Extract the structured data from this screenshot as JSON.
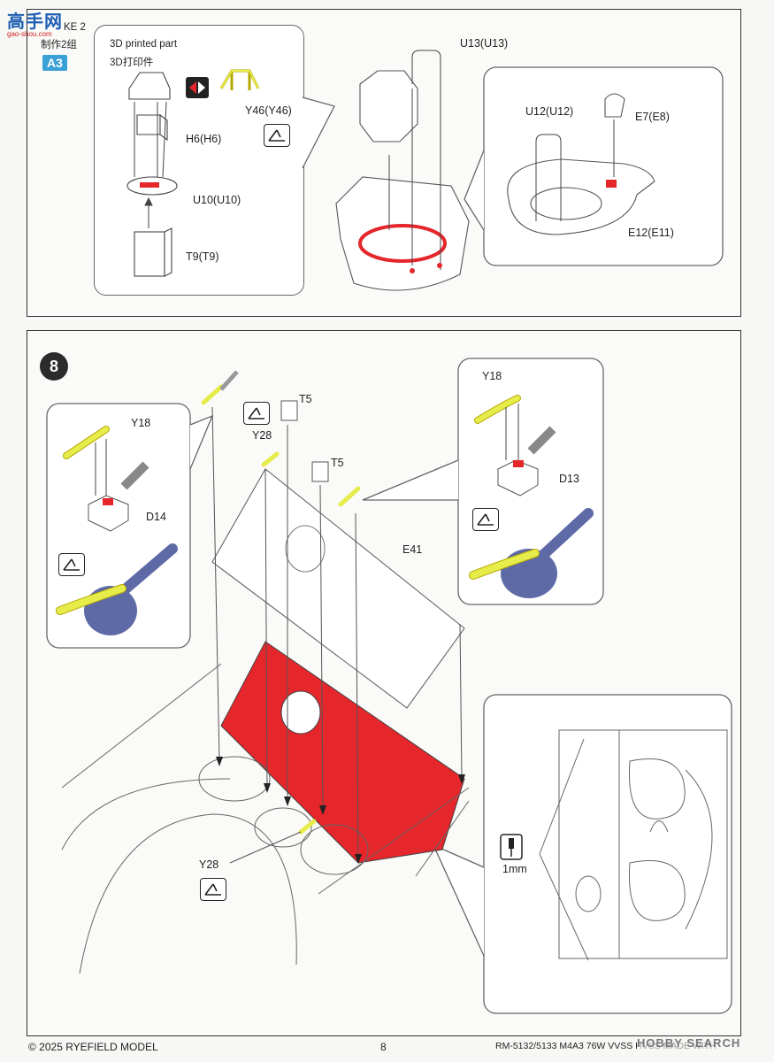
{
  "header": {
    "logo_text": "高手网",
    "logo_sub": "gao-shou.com",
    "make_label": "KE 2",
    "make_cn": "制作2组",
    "badge": "A3"
  },
  "step_a3": {
    "callout_title_en": "3D printed part",
    "callout_title_cn": "3D打印件",
    "parts": [
      "Y46(Y46)",
      "H6(H6)",
      "U10(U10)",
      "T9(T9)"
    ],
    "main_parts": [
      "U13(U13)"
    ],
    "detail_parts": [
      "U12(U12)",
      "E7(E8)",
      "E12(E11)"
    ]
  },
  "step_8": {
    "number": "8",
    "left_callout_parts": [
      "Y18",
      "D14"
    ],
    "right_callout_parts": [
      "Y18",
      "D13"
    ],
    "main_parts": [
      "T5",
      "Y28",
      "T5",
      "E41",
      "Y28"
    ],
    "detail_label": "1mm"
  },
  "footer": {
    "copyright": "© 2025 RYEFIELD MODEL",
    "page": "8",
    "model": "RM-5132/5133 M4A3 76W VVSS HVSS MADE WITH",
    "watermark": "HOBBY SEARCH"
  },
  "colors": {
    "red": "#e5262b",
    "yellow": "#e6ec4a",
    "blue": "#5e6aa6",
    "badge": "#3aa0d8"
  }
}
